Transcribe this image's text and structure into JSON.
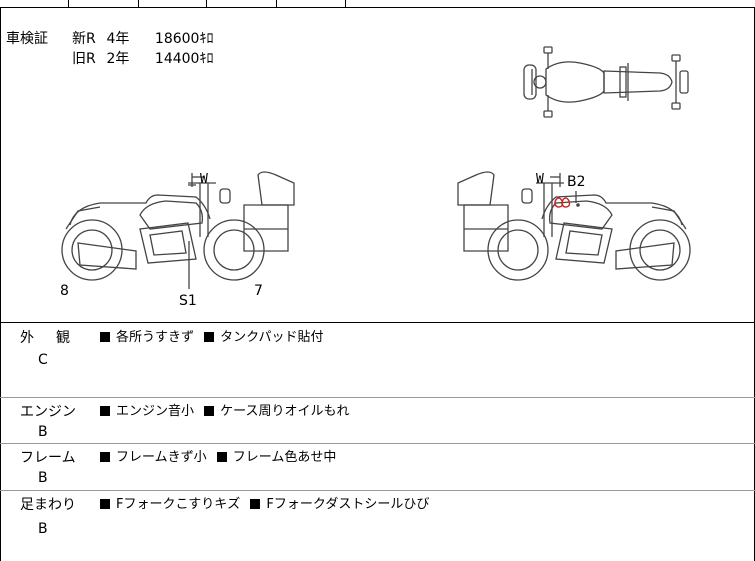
{
  "certificate": {
    "label": "車検証",
    "rows": [
      {
        "kind": "新R",
        "years": "4年",
        "mileage": "18600ｷﾛ"
      },
      {
        "kind": "旧R",
        "years": "2年",
        "mileage": "14400ｷﾛ"
      }
    ]
  },
  "marks": {
    "w_left": "W",
    "w_right": "W",
    "b2": "B2",
    "s1": "S1",
    "n8": "8",
    "n7": "7"
  },
  "colors": {
    "line": "#444444",
    "accent": "#cc2222"
  },
  "conditions": [
    {
      "category": "外観",
      "grade": "C",
      "items": [
        "各所うすきず",
        "タンクパッド貼付"
      ]
    },
    {
      "category": "エンジン",
      "grade": "B",
      "items": [
        "エンジン音小",
        "ケース周りオイルもれ"
      ]
    },
    {
      "category": "フレーム",
      "grade": "B",
      "items": [
        "フレームきず小",
        "フレーム色あせ中"
      ]
    },
    {
      "category": "足まわり",
      "grade": "B",
      "items": [
        "Fフォークこすりキズ",
        "Fフォークダストシールひび"
      ]
    }
  ]
}
